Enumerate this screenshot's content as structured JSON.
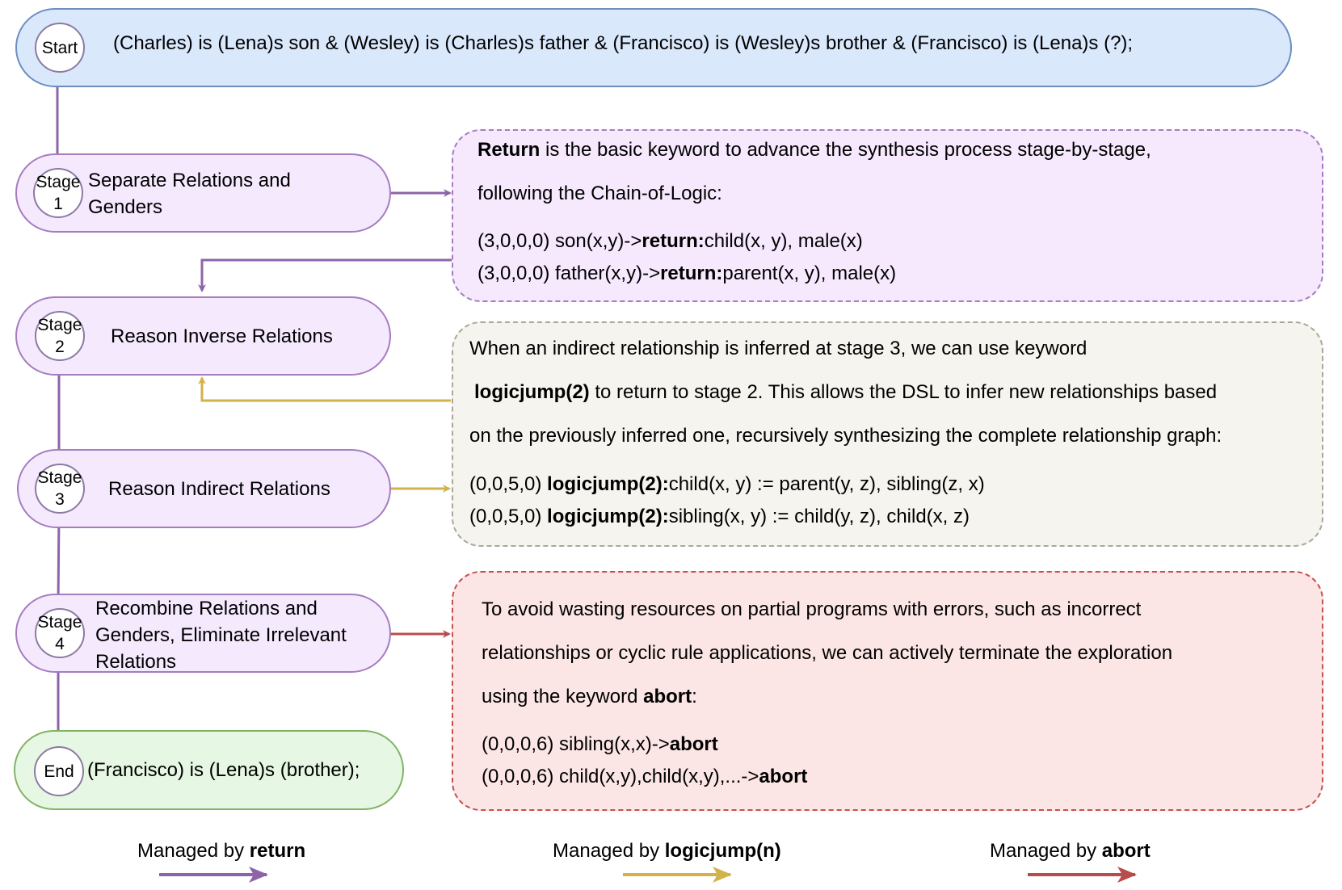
{
  "colors": {
    "return": "#8e64a8",
    "logicjump": "#d2b24a",
    "abort": "#b84c4c",
    "start_fill": "#dae8fc",
    "start_border": "#6c8ebf",
    "stage_fill": "#f5e9fd",
    "end_fill": "#e6f8e3",
    "end_border": "#82b366"
  },
  "start": {
    "label": "Start",
    "text": "(Charles) is (Lena)s son & (Wesley) is (Charles)s father & (Francisco) is (Wesley)s brother & (Francisco) is (Lena)s (?);"
  },
  "stages": [
    {
      "circle_line1": "Stage",
      "circle_line2": "1",
      "text_line1": "Separate Relations and",
      "text_line2": "Genders"
    },
    {
      "circle_line1": "Stage",
      "circle_line2": "2",
      "text_line1": "Reason Inverse Relations"
    },
    {
      "circle_line1": "Stage",
      "circle_line2": "3",
      "text_line1": "Reason Indirect Relations"
    },
    {
      "circle_line1": "Stage",
      "circle_line2": "4",
      "text_line1": "Recombine Relations and",
      "text_line2": "Genders, Eliminate Irrelevant",
      "text_line3": "Relations"
    }
  ],
  "end": {
    "label": "End",
    "text": "(Francisco) is (Lena)s (brother);"
  },
  "return_box": {
    "keyword": "Return",
    "line1_rest": " is the basic keyword to advance the synthesis process stage-by-stage,",
    "line2": "following the Chain-of-Logic:",
    "rule1_prefix": "(3,0,0,0) son(x,y)->",
    "rule1_kw": "return:",
    "rule1_suffix": "child(x, y), male(x)",
    "rule2_prefix": "(3,0,0,0) father(x,y)->",
    "rule2_kw": "return:",
    "rule2_suffix": "parent(x, y), male(x)"
  },
  "logicjump_box": {
    "line1": "When an indirect relationship is inferred at stage 3, we can use keyword",
    "line2_kw": "logicjump(2)",
    "line2_rest": " to return to stage 2. This allows the DSL to infer new relationships based",
    "line3": "on the previously inferred one, recursively synthesizing the complete relationship graph:",
    "rule1_prefix": "(0,0,5,0) ",
    "rule1_kw": "logicjump(2):",
    "rule1_suffix": "child(x, y) := parent(y, z), sibling(z, x)",
    "rule2_prefix": "(0,0,5,0) ",
    "rule2_kw": "logicjump(2):",
    "rule2_suffix": "sibling(x, y) := child(y, z), child(x, z)"
  },
  "abort_box": {
    "line1": "To avoid wasting resources on partial programs with errors, such as incorrect",
    "line2": "relationships or cyclic rule applications, we can actively terminate the exploration",
    "line3_prefix": "using the keyword ",
    "line3_kw": "abort",
    "line3_suffix": ":",
    "rule1_prefix": "(0,0,0,6) sibling(x,x)->",
    "rule1_kw": "abort",
    "rule2_prefix": "(0,0,0,6) child(x,y),child(x,y),...->",
    "rule2_kw": "abort"
  },
  "legend": [
    {
      "prefix": "Managed by ",
      "keyword": "return"
    },
    {
      "prefix": "Managed by ",
      "keyword": "logicjump(n)"
    },
    {
      "prefix": "Managed by ",
      "keyword": "abort"
    }
  ]
}
